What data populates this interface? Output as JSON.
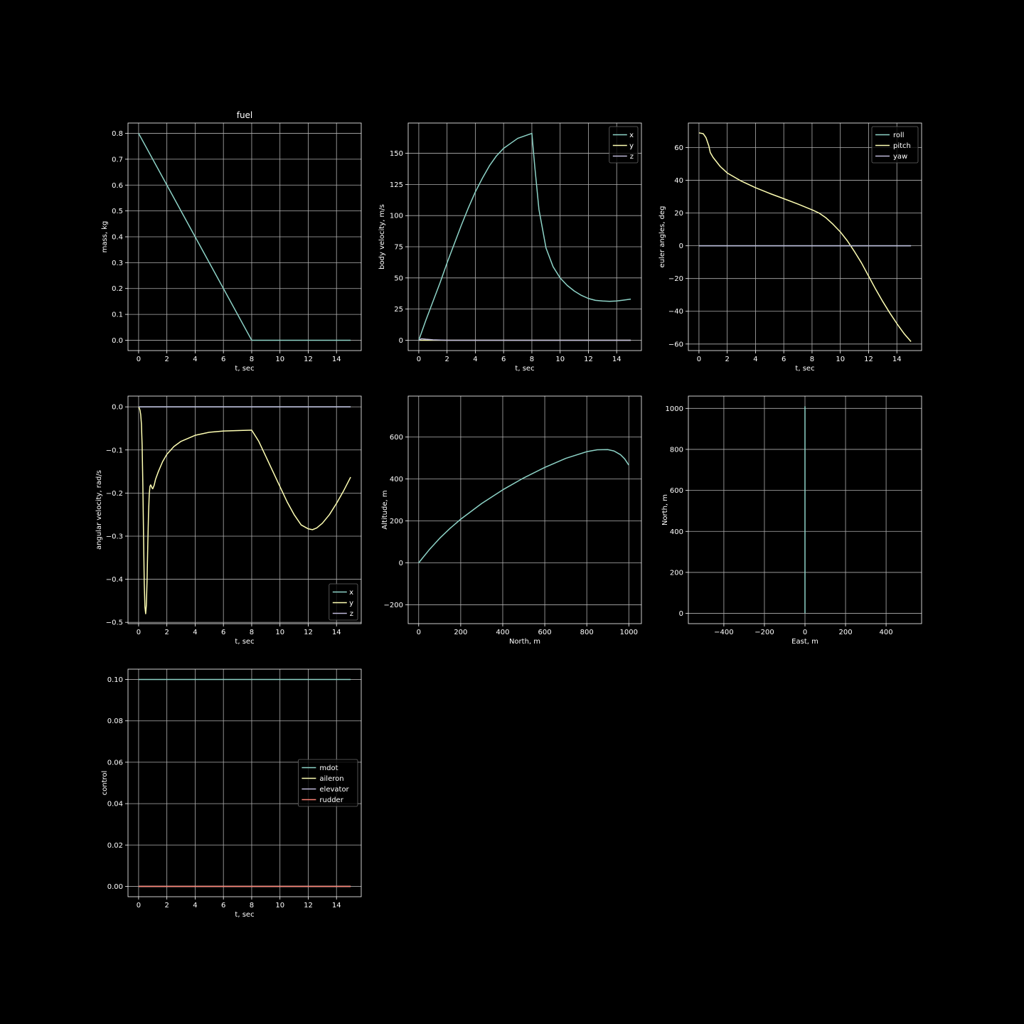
{
  "theme": {
    "background": "#000000",
    "foreground": "#ffffff",
    "grid": "#b0b0b0",
    "legend_face": "#000000",
    "legend_edge": "#666666"
  },
  "chart_data": [
    {
      "id": "fuel",
      "type": "line",
      "title": "fuel",
      "xlabel": "t, sec",
      "ylabel": "mass, kg",
      "xlim": [
        -0.75,
        15.75
      ],
      "ylim": [
        -0.04,
        0.84
      ],
      "xticks": [
        0,
        2,
        4,
        6,
        8,
        10,
        12,
        14
      ],
      "yticks": [
        0.0,
        0.1,
        0.2,
        0.3,
        0.4,
        0.5,
        0.6,
        0.7,
        0.8
      ],
      "yticklabels": [
        "0.0",
        "0.1",
        "0.2",
        "0.3",
        "0.4",
        "0.5",
        "0.6",
        "0.7",
        "0.8"
      ],
      "grid": true,
      "legend": null,
      "series": [
        {
          "color": "#8dd3c7",
          "x": [
            0,
            8,
            15
          ],
          "y": [
            0.8,
            0.0,
            0.0
          ]
        }
      ]
    },
    {
      "id": "body-velocity",
      "type": "line",
      "title": "",
      "xlabel": "t, sec",
      "ylabel": "body velocity, m/s",
      "xlim": [
        -0.75,
        15.75
      ],
      "ylim": [
        -8.3,
        174.3
      ],
      "xticks": [
        0,
        2,
        4,
        6,
        8,
        10,
        12,
        14
      ],
      "yticks": [
        0,
        25,
        50,
        75,
        100,
        125,
        150
      ],
      "yticklabels": [
        "0",
        "25",
        "50",
        "75",
        "100",
        "125",
        "150"
      ],
      "grid": true,
      "legend": "upper right",
      "series": [
        {
          "name": "x",
          "color": "#8dd3c7",
          "x": [
            0,
            0.5,
            1,
            1.5,
            2,
            2.5,
            3,
            3.5,
            4,
            4.5,
            5,
            5.5,
            6,
            6.5,
            7,
            7.5,
            8,
            8.2,
            8.5,
            9,
            9.5,
            10,
            10.5,
            11,
            11.5,
            12,
            12.5,
            13,
            13.5,
            14,
            14.5,
            15
          ],
          "y": [
            0,
            16,
            31,
            46,
            62,
            77,
            92,
            106,
            119,
            130,
            140,
            148,
            154,
            158,
            162,
            164,
            166,
            140,
            105,
            74,
            59,
            50,
            44,
            39.5,
            36,
            33.5,
            32,
            31.5,
            31.2,
            31.5,
            32.2,
            33
          ]
        },
        {
          "name": "y",
          "color": "#ffffb3",
          "x": [
            0,
            15
          ],
          "y": [
            0,
            0
          ]
        },
        {
          "name": "z",
          "color": "#bebada",
          "x": [
            0,
            0.2,
            0.5,
            1,
            2,
            15
          ],
          "y": [
            0,
            1.2,
            0.8,
            0.3,
            0,
            0
          ]
        }
      ]
    },
    {
      "id": "euler-angles",
      "type": "line",
      "title": "",
      "xlabel": "t, sec",
      "ylabel": "euler angles, deg",
      "xlim": [
        -0.75,
        15.75
      ],
      "ylim": [
        -64,
        75
      ],
      "xticks": [
        0,
        2,
        4,
        6,
        8,
        10,
        12,
        14
      ],
      "yticks": [
        -60,
        -40,
        -20,
        0,
        20,
        40,
        60
      ],
      "yticklabels": [
        "−60",
        "−40",
        "−20",
        "0",
        "20",
        "40",
        "60"
      ],
      "grid": true,
      "legend": "upper right",
      "series": [
        {
          "name": "roll",
          "color": "#8dd3c7",
          "x": [
            0,
            15
          ],
          "y": [
            0,
            0
          ]
        },
        {
          "name": "pitch",
          "color": "#ffffb3",
          "x": [
            0,
            0.3,
            0.5,
            0.7,
            0.8,
            1,
            1.5,
            2,
            3,
            4,
            5,
            6,
            7,
            8,
            8.5,
            9,
            9.5,
            10,
            10.5,
            11,
            11.5,
            12,
            12.5,
            13,
            13.5,
            14,
            14.5,
            15
          ],
          "y": [
            69,
            68.5,
            66,
            61,
            57,
            54,
            48.5,
            44.5,
            39.5,
            35.5,
            32,
            28.8,
            25.5,
            22,
            20,
            17,
            13,
            8.5,
            3,
            -3.5,
            -10.5,
            -18.5,
            -26.5,
            -34,
            -41,
            -47.5,
            -53.5,
            -58.5
          ]
        },
        {
          "name": "yaw",
          "color": "#bebada",
          "x": [
            0,
            15
          ],
          "y": [
            0,
            0
          ]
        }
      ]
    },
    {
      "id": "angular-velocity",
      "type": "line",
      "title": "",
      "xlabel": "t, sec",
      "ylabel": "angular velocity, rad/s",
      "xlim": [
        -0.75,
        15.75
      ],
      "ylim": [
        -0.503,
        0.025
      ],
      "xticks": [
        0,
        2,
        4,
        6,
        8,
        10,
        12,
        14
      ],
      "yticks": [
        -0.5,
        -0.4,
        -0.3,
        -0.2,
        -0.1,
        0.0
      ],
      "yticklabels": [
        "−0.5",
        "−0.4",
        "−0.3",
        "−0.2",
        "−0.1",
        "0.0"
      ],
      "grid": true,
      "legend": "lower right",
      "series": [
        {
          "name": "x",
          "color": "#8dd3c7",
          "x": [
            0,
            15
          ],
          "y": [
            0,
            0
          ]
        },
        {
          "name": "y",
          "color": "#ffffb3",
          "x": [
            0,
            0.05,
            0.1,
            0.15,
            0.2,
            0.25,
            0.3,
            0.35,
            0.4,
            0.45,
            0.5,
            0.55,
            0.6,
            0.65,
            0.7,
            0.75,
            0.8,
            0.85,
            0.9,
            0.95,
            1.0,
            1.1,
            1.2,
            1.4,
            1.7,
            2,
            2.5,
            3,
            4,
            5,
            6,
            7,
            8,
            8.5,
            9,
            9.5,
            10,
            10.5,
            11,
            11.5,
            12,
            12.3,
            12.6,
            13,
            13.5,
            14,
            14.5,
            15
          ],
          "y": [
            0,
            -0.003,
            -0.008,
            -0.018,
            -0.04,
            -0.09,
            -0.18,
            -0.3,
            -0.41,
            -0.465,
            -0.48,
            -0.46,
            -0.4,
            -0.32,
            -0.25,
            -0.205,
            -0.185,
            -0.181,
            -0.184,
            -0.188,
            -0.19,
            -0.182,
            -0.168,
            -0.15,
            -0.127,
            -0.11,
            -0.092,
            -0.08,
            -0.066,
            -0.059,
            -0.056,
            -0.055,
            -0.054,
            -0.08,
            -0.115,
            -0.15,
            -0.185,
            -0.22,
            -0.25,
            -0.274,
            -0.283,
            -0.285,
            -0.281,
            -0.27,
            -0.25,
            -0.224,
            -0.195,
            -0.163
          ]
        },
        {
          "name": "z",
          "color": "#bebada",
          "x": [
            0,
            15
          ],
          "y": [
            0,
            0
          ]
        }
      ]
    },
    {
      "id": "trajectory-altitude",
      "type": "line",
      "title": "",
      "xlabel": "North, m",
      "ylabel": "Altitude, m",
      "xlim": [
        -50,
        1060
      ],
      "ylim": [
        -290,
        795
      ],
      "xticks": [
        0,
        200,
        400,
        600,
        800,
        1000
      ],
      "yticks": [
        -200,
        0,
        200,
        400,
        600
      ],
      "yticklabels": [
        "−200",
        "0",
        "200",
        "400",
        "600"
      ],
      "grid": true,
      "legend": null,
      "series": [
        {
          "color": "#8dd3c7",
          "x": [
            0,
            20,
            50,
            100,
            150,
            200,
            300,
            400,
            500,
            600,
            700,
            800,
            850,
            900,
            930,
            960,
            980,
            1000
          ],
          "y": [
            0,
            25,
            62,
            117,
            165,
            208,
            283,
            348,
            405,
            455,
            498,
            530,
            539,
            540,
            533,
            516,
            496,
            466
          ]
        }
      ]
    },
    {
      "id": "trajectory-ground",
      "type": "line",
      "title": "",
      "xlabel": "East, m",
      "ylabel": "North, m",
      "xlim": [
        -575,
        575
      ],
      "ylim": [
        -50,
        1060
      ],
      "xticks": [
        -400,
        -200,
        0,
        200,
        400
      ],
      "xticklabels": [
        "−400",
        "−200",
        "0",
        "200",
        "400"
      ],
      "yticks": [
        0,
        200,
        400,
        600,
        800,
        1000
      ],
      "yticklabels": [
        "0",
        "200",
        "400",
        "600",
        "800",
        "1000"
      ],
      "grid": true,
      "legend": null,
      "series": [
        {
          "color": "#8dd3c7",
          "x": [
            0,
            0
          ],
          "y": [
            0,
            1010
          ]
        }
      ]
    },
    {
      "id": "control",
      "type": "line",
      "title": "",
      "xlabel": "t, sec",
      "ylabel": "control",
      "xlim": [
        -0.75,
        15.75
      ],
      "ylim": [
        -0.005,
        0.105
      ],
      "xticks": [
        0,
        2,
        4,
        6,
        8,
        10,
        12,
        14
      ],
      "yticks": [
        0.0,
        0.02,
        0.04,
        0.06,
        0.08,
        0.1
      ],
      "yticklabels": [
        "0.00",
        "0.02",
        "0.04",
        "0.06",
        "0.08",
        "0.10"
      ],
      "grid": true,
      "legend": "center right",
      "series": [
        {
          "name": "mdot",
          "color": "#8dd3c7",
          "x": [
            0,
            15
          ],
          "y": [
            0.1,
            0.1
          ]
        },
        {
          "name": "aileron",
          "color": "#ffffb3",
          "x": [
            0,
            15
          ],
          "y": [
            0,
            0
          ]
        },
        {
          "name": "elevator",
          "color": "#bebada",
          "x": [
            0,
            15
          ],
          "y": [
            0,
            0
          ]
        },
        {
          "name": "rudder",
          "color": "#fb8072",
          "x": [
            0,
            15
          ],
          "y": [
            0,
            0
          ]
        }
      ]
    }
  ]
}
